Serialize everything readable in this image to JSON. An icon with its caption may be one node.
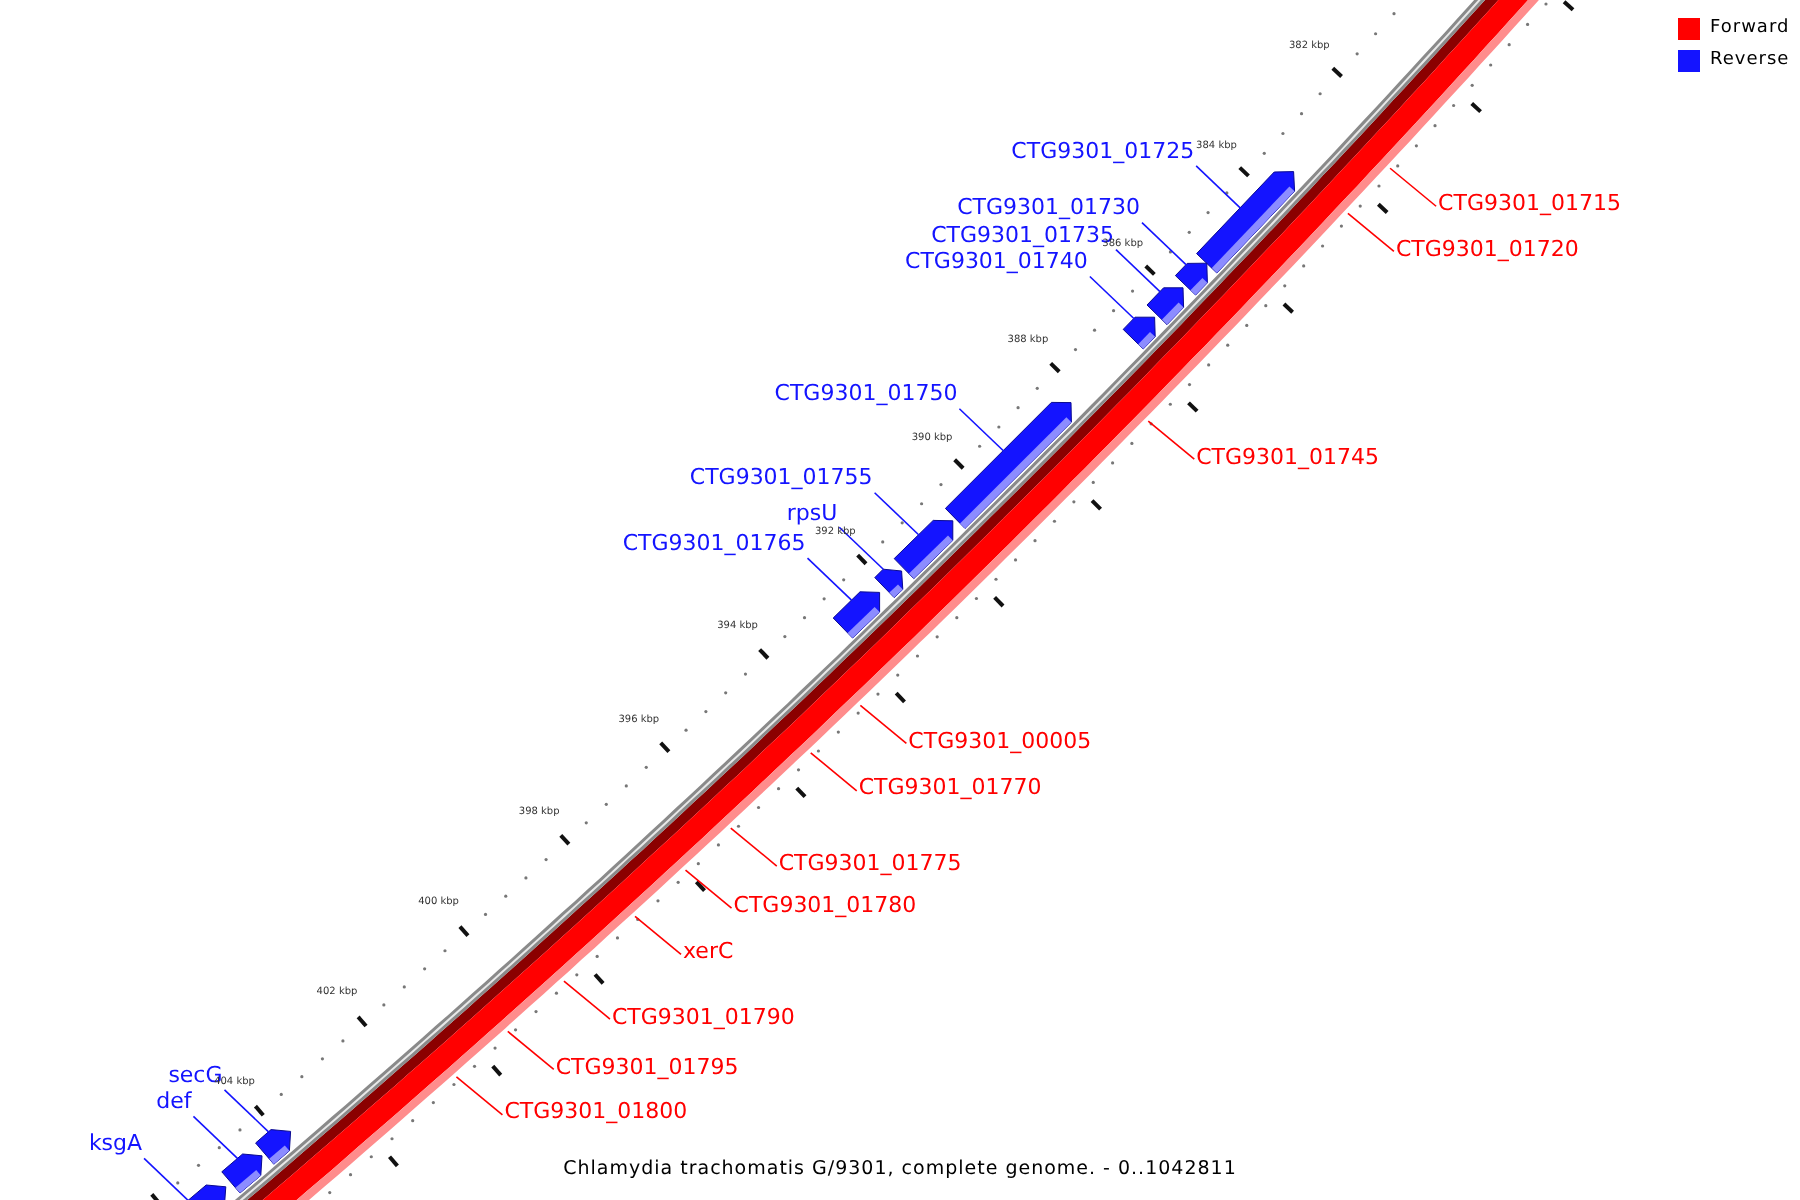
{
  "diagram": {
    "caption": "Chlamydia trachomatis G/9301, complete genome. - 0..1042811",
    "nodes": [
      {
        "text": [
          "CTG9301_01725"
        ]
      },
      {
        "text": [
          "CTG9301_01730"
        ]
      },
      {
        "text": [
          "CTG9301_01735"
        ]
      },
      {
        "text": [
          "CTG9301_01740"
        ]
      },
      {
        "text": [
          "CTG9301_01750"
        ]
      },
      {
        "text": [
          "CTG9301_01755"
        ]
      },
      {
        "text": [
          "rpsU"
        ]
      },
      {
        "text": [
          "CTG9301_01765"
        ]
      },
      {
        "text": [
          "secG"
        ]
      },
      {
        "text": [
          "def"
        ]
      },
      {
        "text": [
          "ksgA"
        ]
      },
      {
        "text": [
          "CTG9301_01715"
        ]
      },
      {
        "text": [
          "CTG9301_01720"
        ]
      },
      {
        "text": [
          "CTG9301_01745"
        ]
      },
      {
        "text": [
          "CTG9301_00005"
        ]
      },
      {
        "text": [
          "CTG9301_01770"
        ]
      },
      {
        "text": [
          "CTG9301_01775"
        ]
      },
      {
        "text": [
          "CTG9301_01780"
        ]
      },
      {
        "text": [
          "xerC"
        ]
      },
      {
        "text": [
          "CTG9301_01790"
        ]
      },
      {
        "text": [
          "CTG9301_01795"
        ]
      },
      {
        "text": [
          "CTG9301_01800"
        ]
      },
      {
        "text": [],
        "shape": "bar"
      },
      {
        "text": [],
        "shape": "bar"
      },
      {
        "text": [],
        "shape": "bar"
      },
      {
        "text": [],
        "shape": "bar"
      },
      {
        "text": [],
        "shape": "bar"
      },
      {
        "text": [],
        "shape": "bar"
      },
      {
        "text": [],
        "shape": "bar"
      },
      {
        "text": [],
        "shape": "bar"
      },
      {
        "text": [],
        "shape": "bar"
      },
      {
        "text": [],
        "shape": "bar"
      },
      {
        "text": [],
        "shape": "bar"
      }
    ],
    "edges": [
      {
        "from": 0,
        "to": 22,
        "arrow": "none",
        "color": "#1414ff"
      },
      {
        "from": 1,
        "to": 23,
        "arrow": "none",
        "color": "#1414ff"
      },
      {
        "from": 2,
        "to": 24,
        "arrow": "none",
        "color": "#1414ff"
      },
      {
        "from": 3,
        "to": 25,
        "arrow": "none",
        "color": "#1414ff"
      },
      {
        "from": 4,
        "to": 26,
        "arrow": "none",
        "color": "#1414ff"
      },
      {
        "from": 5,
        "to": 27,
        "arrow": "none",
        "color": "#1414ff"
      },
      {
        "from": 6,
        "to": 28,
        "arrow": "none",
        "color": "#1414ff"
      },
      {
        "from": 7,
        "to": 29,
        "arrow": "none",
        "color": "#1414ff"
      },
      {
        "from": 8,
        "to": 30,
        "arrow": "none",
        "color": "#1414ff"
      },
      {
        "from": 9,
        "to": 31,
        "arrow": "none",
        "color": "#1414ff"
      },
      {
        "from": 10,
        "to": 32,
        "arrow": "none",
        "color": "#1414ff"
      },
      {
        "from": 11,
        "to": null,
        "arrow": "none",
        "color": "#ff0000"
      },
      {
        "from": 12,
        "to": null,
        "arrow": "none",
        "color": "#ff0000"
      },
      {
        "from": 13,
        "to": null,
        "arrow": "none",
        "color": "#ff0000"
      },
      {
        "from": 14,
        "to": null,
        "arrow": "none",
        "color": "#ff0000"
      },
      {
        "from": 15,
        "to": null,
        "arrow": "none",
        "color": "#ff0000"
      },
      {
        "from": 16,
        "to": null,
        "arrow": "none",
        "color": "#ff0000"
      },
      {
        "from": 17,
        "to": null,
        "arrow": "none",
        "color": "#ff0000"
      },
      {
        "from": 18,
        "to": null,
        "arrow": "none",
        "color": "#ff0000"
      },
      {
        "from": 19,
        "to": null,
        "arrow": "none",
        "color": "#ff0000"
      },
      {
        "from": 20,
        "to": null,
        "arrow": "none",
        "color": "#ff0000"
      },
      {
        "from": 21,
        "to": null,
        "arrow": "none",
        "color": "#ff0000"
      }
    ],
    "labels": [
      "382 kbp",
      "384 kbp",
      "386 kbp",
      "388 kbp",
      "390 kbp",
      "392 kbp",
      "394 kbp",
      "396 kbp",
      "398 kbp",
      "400 kbp",
      "402 kbp",
      "404 kbp"
    ],
    "legend": [
      {
        "text": "Forward",
        "color": "#ff0000"
      },
      {
        "text": "Reverse",
        "color": "#1414ff"
      }
    ]
  }
}
